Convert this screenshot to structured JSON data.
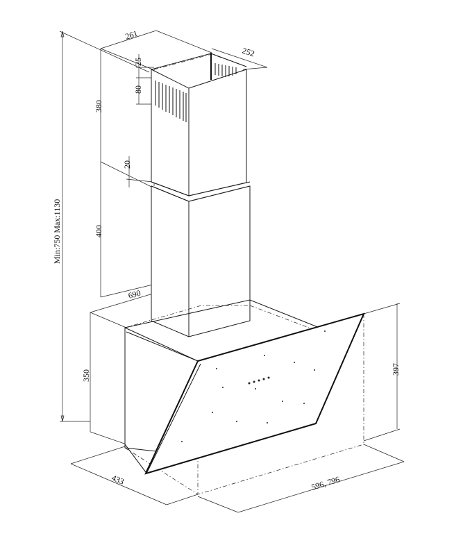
{
  "dimensions": {
    "chimney_width": "261",
    "chimney_depth": "252",
    "vent_offset": "25",
    "vent_height": "80",
    "upper_chimney_height": "380",
    "overlap": "20",
    "lower_chimney_height": "400",
    "total_height": "Min:750  Max:1130",
    "hood_top_depth": "690",
    "body_height": "350",
    "glass_height": "397",
    "body_depth": "433",
    "hood_width": "596, 796"
  }
}
